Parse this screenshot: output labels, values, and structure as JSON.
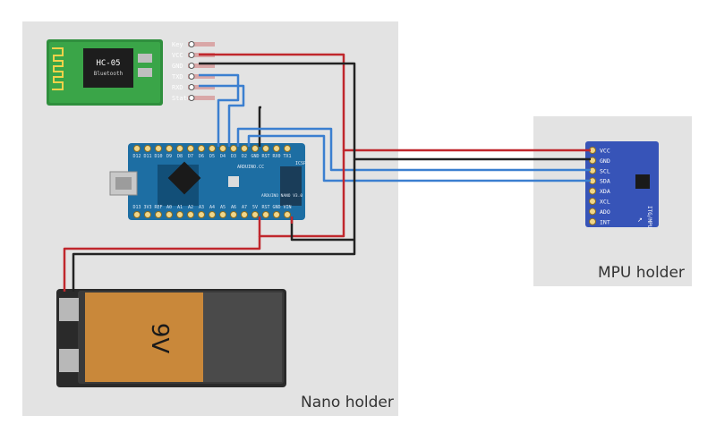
{
  "panels": {
    "nano": {
      "label": "Nano holder"
    },
    "mpu": {
      "label": "MPU holder"
    }
  },
  "hc05": {
    "chip_label": "HC-05",
    "chip_sublabel": "Bluetooth",
    "pins": [
      "Key",
      "VCC",
      "GND",
      "TXD",
      "RXD",
      "State"
    ]
  },
  "mpu6050": {
    "pins": [
      "VCC",
      "GND",
      "SCL",
      "SDA",
      "XDA",
      "XCL",
      "ADO",
      "INT"
    ],
    "side_label": "ITG/MPU"
  },
  "nano": {
    "top_pins": [
      "D12",
      "D11",
      "D10",
      "D9",
      "D8",
      "D7",
      "D6",
      "D5",
      "D4",
      "D3",
      "D2",
      "GND",
      "RST",
      "RX0",
      "TX1"
    ],
    "bottom_pins": [
      "D13",
      "3V3",
      "REF",
      "A0",
      "A1",
      "A2",
      "A3",
      "A4",
      "A5",
      "A6",
      "A7",
      "5V",
      "RST",
      "GND",
      "VIN"
    ],
    "board_text": "ARDUINO.CC",
    "board_text2": "ARDUINO NANO V3.0",
    "icsp_label": "ICSP"
  },
  "battery": {
    "label": "9V"
  },
  "colors": {
    "panel": "#e3e3e3",
    "board_blue": "#1d6ea3",
    "mpu_blue": "#3754b8",
    "bt_green": "#35a043",
    "wire_red": "#c0272d",
    "wire_black": "#222222",
    "wire_blue": "#3b7fd0",
    "battery_orange": "#c9883a"
  }
}
